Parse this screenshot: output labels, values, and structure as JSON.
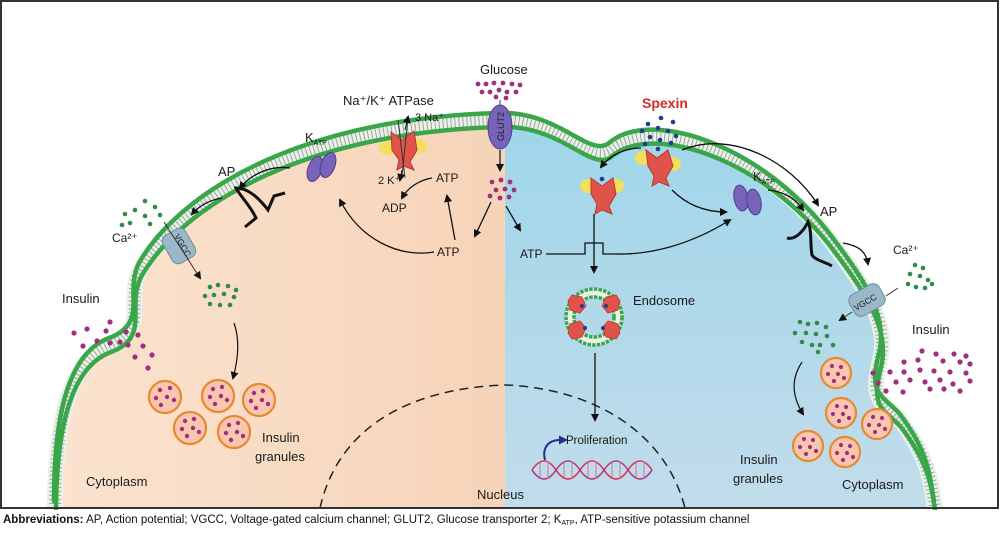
{
  "figure": {
    "colors": {
      "left_cytoplasm": "#f8d9c0",
      "right_cytoplasm": "#a8d8ea",
      "membrane_head": "#3aa64a",
      "spexin": "#d42a2a",
      "glucose_dot": "#a0307f",
      "calcium_dot": "#2e8b4a",
      "spexin_dot": "#1f3c8f",
      "katp": "#7763b8",
      "receptor": "#e0534a",
      "receptor_accent": "#f2e05a",
      "vgcc": "#9ab8c8",
      "granule_fill": "#f9c7b0",
      "granule_rim": "#e8892f",
      "proliferation_arrow": "#2a2f8f"
    },
    "labels": {
      "glucose": "Glucose",
      "na_k_atpase": "Na⁺/K⁺ ATPase",
      "three_na": "3 Na⁺",
      "two_k": "2 K⁺",
      "glut2": "GLUT2",
      "katp_main": "K",
      "katp_sub": "ATP",
      "ap": "AP",
      "ca": "Ca²⁺",
      "vgcc": "VGCC",
      "insulin": "Insulin",
      "atp": "ATP",
      "adp": "ADP",
      "spexin": "Spexin",
      "endosome": "Endosome",
      "proliferation": "Proliferation",
      "nucleus": "Nucleus",
      "cytoplasm": "Cytoplasm",
      "insulin_granules_1": "Insulin",
      "insulin_granules_2": "granules"
    }
  },
  "caption": {
    "heading": "Abbreviations:",
    "part1": " AP, Action potential; VGCC, Voltage-gated calcium channel; GLUT2, Glucose transporter 2; K",
    "sub": "ATP",
    "part2": ", ATP-sensitive potassium channel"
  }
}
